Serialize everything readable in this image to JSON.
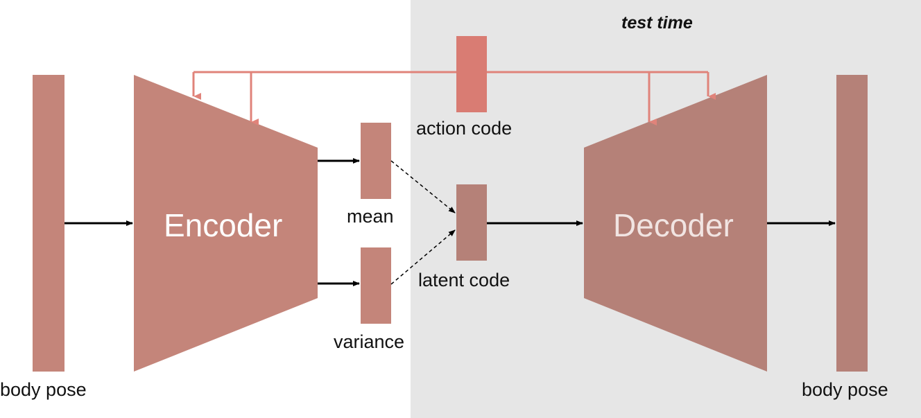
{
  "labels": {
    "test_time": "test time",
    "encoder": "Encoder",
    "decoder": "Decoder",
    "mean": "mean",
    "variance": "variance",
    "latent_code": "latent code",
    "action_code": "action code",
    "body_pose_input": "body pose",
    "body_pose_output": "body pose"
  },
  "colors": {
    "test_region": "#e6e6e6",
    "encoder_side_block": "#c4857a",
    "decoder_side_block": "#b58178",
    "action_code_block": "#d97c73",
    "conditioning_arrow": "#e0837a",
    "main_arrow": "#000000",
    "encoder_text": "#ffffff",
    "decoder_text": "#f1e4e2"
  }
}
